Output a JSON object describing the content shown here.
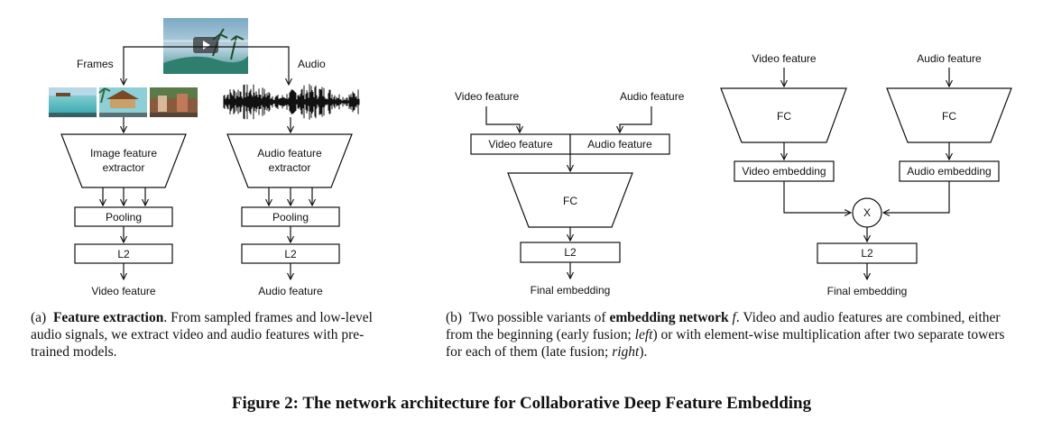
{
  "panel_a": {
    "frames_label": "Frames",
    "audio_label": "Audio",
    "image_extractor": [
      "Image feature",
      "extractor"
    ],
    "audio_extractor": [
      "Audio feature",
      "extractor"
    ],
    "pooling": "Pooling",
    "l2": "L2",
    "video_out": "Video feature",
    "audio_out": "Audio feature"
  },
  "panel_b_left": {
    "video_in": "Video feature",
    "audio_in": "Audio feature",
    "concat_video": "Video feature",
    "concat_audio": "Audio feature",
    "fc": "FC",
    "l2": "L2",
    "output": "Final embedding"
  },
  "panel_b_right": {
    "video_in": "Video feature",
    "audio_in": "Audio feature",
    "fc_video": "FC",
    "fc_audio": "FC",
    "video_embedding": "Video embedding",
    "audio_embedding": "Audio embedding",
    "multiply": "X",
    "l2": "L2",
    "output": "Final embedding"
  },
  "caption_a": {
    "tag": "(a)",
    "bold": "Feature extraction",
    "text": ". From sampled frames and low-level audio signals, we extract video and audio features with pre-trained models."
  },
  "caption_b": {
    "tag": "(b)",
    "pre": "Two possible variants of",
    "bold": "embedding network",
    "math": "f",
    "text": ". Video and audio features are combined, either from the beginning (early fusion;",
    "italic1": "left",
    "mid": ") or with element-wise multiplication after two separate towers for each of them (late fusion;",
    "italic2": "right",
    "end": ")."
  },
  "figure_title": "Figure 2: The network architecture for Collaborative Deep Feature Embedding"
}
